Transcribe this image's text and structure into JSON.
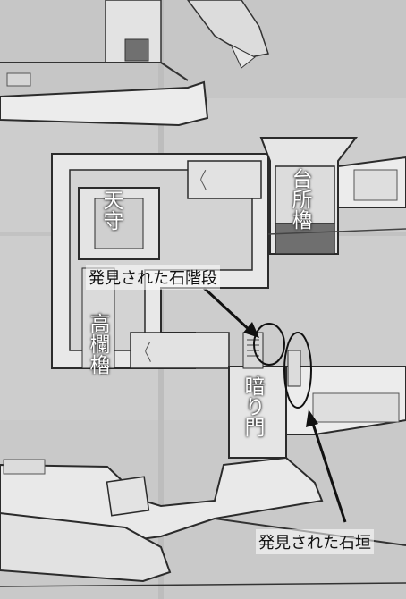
{
  "labels": {
    "tenshu": "天守",
    "daidokoro_yagura": "台所櫓",
    "takaran_yagura": "高欄櫓",
    "kuraki_mon": "暗り門"
  },
  "annotations": {
    "stone_stairs": "発見された石階段",
    "stone_wall": "発見された石垣"
  },
  "colors": {
    "paper": "#cfcfcf",
    "wall_fill": "#e9e9e9",
    "ink": "#2b2b2b",
    "dark_block": "#6f6f6f",
    "label_text": "#ffffff"
  }
}
